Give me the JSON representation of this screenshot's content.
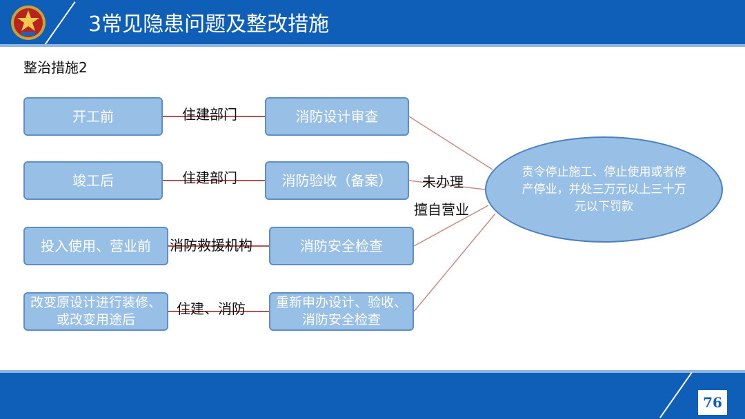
{
  "header": {
    "title": "3常见隐患问题及整改措施",
    "color": "#0f5fb8"
  },
  "subtitle": "整治措施2",
  "rows": [
    {
      "stage": "开工前",
      "department": "住建部门",
      "action": "消防设计审查"
    },
    {
      "stage": "竣工后",
      "department": "住建部门",
      "action": "消防验收（备案）"
    },
    {
      "stage": "投入使用、营业前",
      "department": "消防救援机构",
      "action": "消防安全检查"
    },
    {
      "stage": "改变原设计进行装修、或改变用途后",
      "department": "住建、消防",
      "action": "重新申办设计、验收、消防安全检查"
    }
  ],
  "connector_labels": {
    "unhandled": "未办理",
    "unauthorized": "擅自营业"
  },
  "penalty": "责令停止施工、停止使用或者停产停业，并处三万元以上三十万元以下罚款",
  "footer": {
    "page_number": "76"
  },
  "colors": {
    "box_fill": "#98bfe5",
    "box_border": "#5d8fc6",
    "connector_line": "#c0504d",
    "ellipse_line": "#c98a88"
  },
  "icons": {
    "emblem": "fire-rescue-emblem-icon"
  }
}
